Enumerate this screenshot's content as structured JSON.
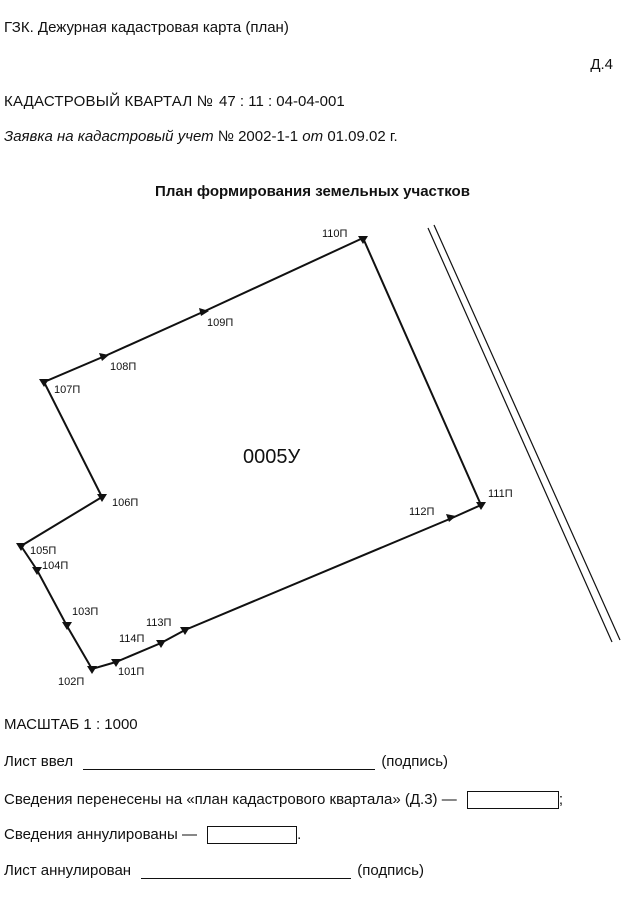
{
  "header": {
    "title": "ГЗК. Дежурная кадастровая карта (план)",
    "sheet_code": "Д.4"
  },
  "quarter": {
    "label": "КАДАСТРОВЫЙ КВАРТАЛ  №",
    "number": "47 : 11 : 04-04-001"
  },
  "request": {
    "label": "Заявка на кадастровый учет",
    "num_sign": "№",
    "number": "2002-1-1",
    "from": "от",
    "date": "01.09.02 г."
  },
  "plan": {
    "title": "План формирования земельных участков",
    "parcel_id": "0005У",
    "points": [
      {
        "label": "110П"
      },
      {
        "label": "109П"
      },
      {
        "label": "108П"
      },
      {
        "label": "107П"
      },
      {
        "label": "106П"
      },
      {
        "label": "105П"
      },
      {
        "label": "104П"
      },
      {
        "label": "103П"
      },
      {
        "label": "102П"
      },
      {
        "label": "101П"
      },
      {
        "label": "114П"
      },
      {
        "label": "113П"
      },
      {
        "label": "112П"
      },
      {
        "label": "111П"
      }
    ]
  },
  "scale": {
    "label": "МАСШТАБ 1 : 1000"
  },
  "footer": {
    "sheet_entered_label": "Лист ввел",
    "signature_note": "(подпись)",
    "transferred_label": "Сведения перенесены на «план кадастрового квартала» (Д.3) —",
    "transferred_end": ";",
    "cancelled_info_label": "Сведения аннулированы —",
    "cancelled_info_end": ".",
    "sheet_cancelled_label": "Лист аннулирован",
    "signature_note_2": "(подпись)"
  }
}
